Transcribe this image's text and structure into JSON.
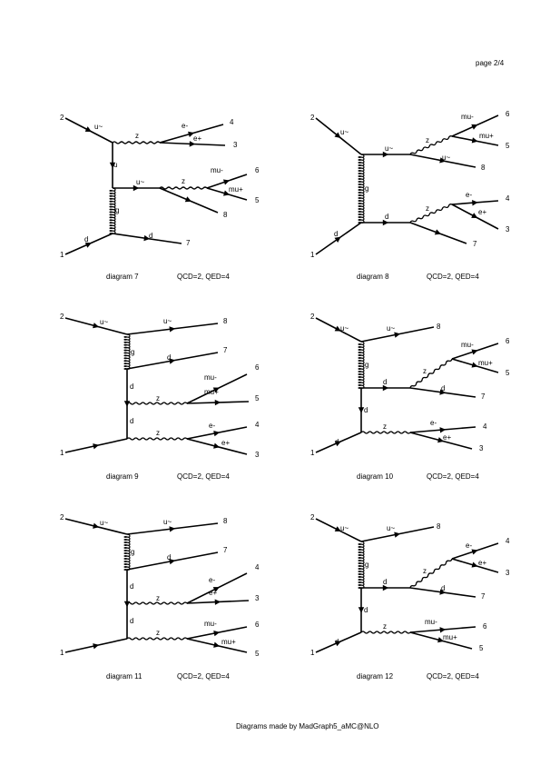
{
  "page": {
    "number_label": "page 2/4"
  },
  "footer": {
    "text": "Diagrams made by MadGraph5_aMC@NLO"
  },
  "diagrams": [
    {
      "caption": "diagram 7",
      "order": "QCD=2, QED=4",
      "labels": [
        "2",
        "1",
        "u~",
        "u",
        "d",
        "g",
        "z",
        "z",
        "e-",
        "e+",
        "mu-",
        "mu+",
        "u~",
        "d",
        "4",
        "3",
        "6",
        "5",
        "8",
        "7"
      ]
    },
    {
      "caption": "diagram 8",
      "order": "QCD=2, QED=4",
      "labels": [
        "2",
        "1",
        "u~",
        "u~",
        "g",
        "d",
        "z",
        "z",
        "mu-",
        "mu+",
        "u~",
        "e-",
        "e+",
        "d",
        "6",
        "5",
        "8",
        "4",
        "3",
        "7"
      ]
    },
    {
      "caption": "diagram 9",
      "order": "QCD=2, QED=4",
      "labels": [
        "2",
        "1",
        "u~",
        "u~",
        "g",
        "d",
        "d",
        "d",
        "z",
        "z",
        "mu-",
        "mu+",
        "e-",
        "e+",
        "8",
        "7",
        "6",
        "5",
        "4",
        "3"
      ]
    },
    {
      "caption": "diagram 10",
      "order": "QCD=2, QED=4",
      "labels": [
        "2",
        "1",
        "u~",
        "u~",
        "g",
        "d",
        "d",
        "d",
        "z",
        "z",
        "mu-",
        "mu+",
        "d",
        "e-",
        "e+",
        "8",
        "6",
        "5",
        "7",
        "4",
        "3"
      ]
    },
    {
      "caption": "diagram 11",
      "order": "QCD=2, QED=4",
      "labels": [
        "2",
        "1",
        "u~",
        "u~",
        "g",
        "d",
        "d",
        "d",
        "z",
        "z",
        "e-",
        "e+",
        "mu-",
        "mu+",
        "8",
        "7",
        "4",
        "3",
        "6",
        "5"
      ]
    },
    {
      "caption": "diagram 12",
      "order": "QCD=2, QED=4",
      "labels": [
        "2",
        "1",
        "u~",
        "u~",
        "g",
        "d",
        "d",
        "d",
        "z",
        "z",
        "e-",
        "e+",
        "d",
        "mu-",
        "mu+",
        "8",
        "4",
        "3",
        "7",
        "6",
        "5"
      ]
    }
  ]
}
